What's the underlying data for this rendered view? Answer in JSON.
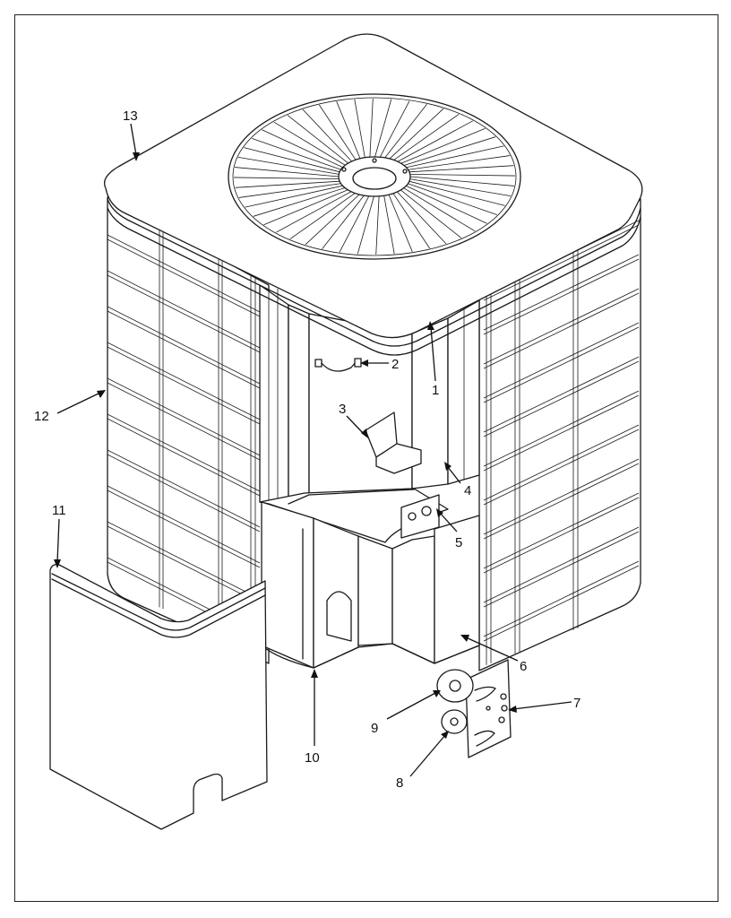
{
  "callouts": [
    {
      "id": "1",
      "label": "1"
    },
    {
      "id": "2",
      "label": "2"
    },
    {
      "id": "3",
      "label": "3"
    },
    {
      "id": "4",
      "label": "4"
    },
    {
      "id": "5",
      "label": "5"
    },
    {
      "id": "6",
      "label": "6"
    },
    {
      "id": "7",
      "label": "7"
    },
    {
      "id": "8",
      "label": "8"
    },
    {
      "id": "9",
      "label": "9"
    },
    {
      "id": "10",
      "label": "10"
    },
    {
      "id": "11",
      "label": "11"
    },
    {
      "id": "12",
      "label": "12"
    },
    {
      "id": "13",
      "label": "13"
    }
  ],
  "colors": {
    "line": "#1a1a1a",
    "background": "#ffffff"
  }
}
